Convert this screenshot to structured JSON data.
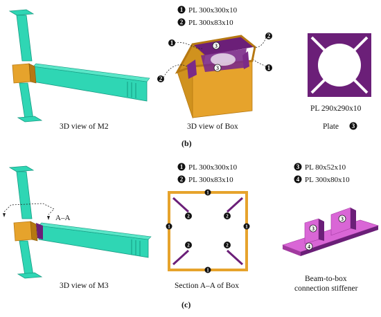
{
  "colors": {
    "steel": "#2fd6b4",
    "steel_dark": "#169a82",
    "box": "#e6a32c",
    "box_dark": "#b67812",
    "plate": "#6b1f78",
    "stiffener": "#d966d6",
    "badge": "#111111"
  },
  "row_b": {
    "caption_m2": "3D view of M2",
    "caption_box": "3D view of Box",
    "legend": [
      {
        "num": "1",
        "text": "PL 300x300x10"
      },
      {
        "num": "2",
        "text": "PL 300x83x10"
      }
    ],
    "plate_label": "PL 290x290x10",
    "caption_plate": "Plate",
    "plate_badge": "3",
    "sub_label": "(b)"
  },
  "row_c": {
    "caption_m3": "3D view of M3",
    "section_label": "A–A",
    "caption_section": "Section A–A of Box",
    "legend_left": [
      {
        "num": "1",
        "text": "PL 300x300x10"
      },
      {
        "num": "2",
        "text": "PL 300x83x10"
      }
    ],
    "legend_right": [
      {
        "num": "3",
        "text": "PL 80x52x10"
      },
      {
        "num": "4",
        "text": "PL 300x80x10"
      }
    ],
    "caption_stiffener_1": "Beam-to-box",
    "caption_stiffener_2": "connection stiffener",
    "sub_label": "(c)"
  },
  "badges": {
    "one": "1",
    "two": "2",
    "three": "3",
    "four": "4"
  }
}
